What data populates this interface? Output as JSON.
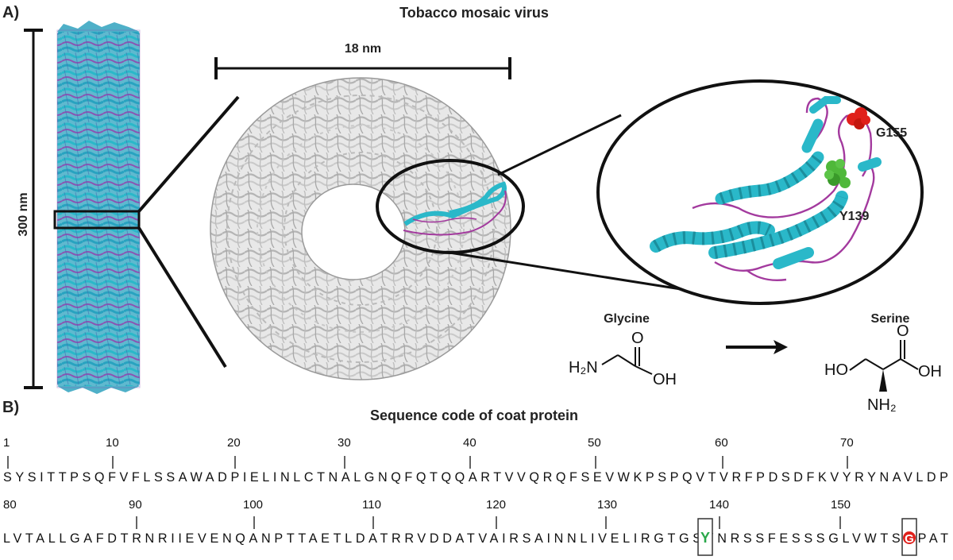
{
  "panel_a": {
    "label": "A)",
    "title": "Tobacco mosaic virus",
    "length_label": "300 nm",
    "diameter_label": "18 nm",
    "residue_labels": {
      "g155": "G155",
      "y139": "Y139"
    },
    "colors": {
      "helix": "#2ab8c9",
      "loop": "#a33a9e",
      "g155_sphere": "#e0201b",
      "y139_sphere": "#4fb83a",
      "disk": "#c4c4c4"
    }
  },
  "chemistry": {
    "glycine": {
      "name": "Glycine",
      "h2n": "H₂N",
      "oh": "OH",
      "o": "O"
    },
    "serine": {
      "name": "Serine",
      "ho": "HO",
      "oh": "OH",
      "o": "O",
      "nh2": "NH₂"
    },
    "arrow": "glycine-to-serine"
  },
  "panel_b": {
    "label": "B)",
    "title": "Sequence code of coat protein",
    "row1": {
      "sequence": "SYSITTPSQFVFLSSAWADPIELINLCTNALGNQFQTQQARTVVQRQFSEVWKPSPQVTVRFPDSDFKVYRYNAVLDP",
      "numbers": [
        "1",
        "10",
        "20",
        "30",
        "40",
        "50",
        "60",
        "70"
      ]
    },
    "row2": {
      "sequence": "LVTALLGAFDTRNRIIEVENQANPTTAETLDATRRVDDATVAIRSAINNLIVELIRGTGSYNRSSFESSSGLVWTSGPAT",
      "numbers": [
        "80",
        "90",
        "100",
        "110",
        "120",
        "130",
        "140",
        "150"
      ]
    },
    "highlights": [
      {
        "residue": "Y",
        "position": 139,
        "color": "#2aa84a"
      },
      {
        "residue": "G",
        "position": 155,
        "color": "#e0201b"
      }
    ]
  }
}
